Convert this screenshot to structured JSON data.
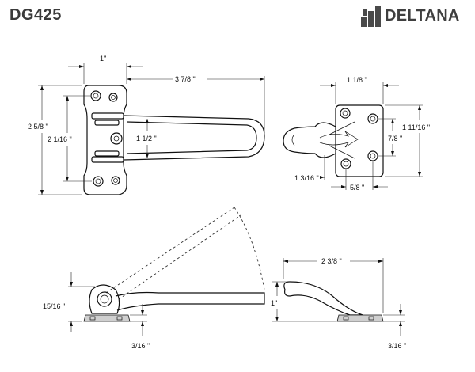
{
  "header": {
    "model_number": "DG425",
    "brand_name": "DELTANA",
    "brand_color": "#4a4a4a"
  },
  "views": {
    "front": {
      "dim_top_width": "1\"",
      "dim_overall_length": "3 7/8 \"",
      "dim_overall_height": "2 5/8 \"",
      "dim_hole_spacing": "2  1/16 \"",
      "dim_arm_opening": "1 1/2 \""
    },
    "strike": {
      "dim_plate_width": "1 1/8 \"",
      "dim_plate_height": "1 11/16 \"",
      "dim_hole_vertical": "7/8 \"",
      "dim_knob_offset": "1  3/16 \"",
      "dim_hole_horizontal": "5/8 \""
    },
    "side": {
      "dim_arm_height": "15/16 \"",
      "dim_base_thickness": "3/16 \""
    },
    "strike_side": {
      "dim_length": "2 3/8 \"",
      "dim_height": "1\"",
      "dim_base_thickness": "3/16 \""
    }
  }
}
